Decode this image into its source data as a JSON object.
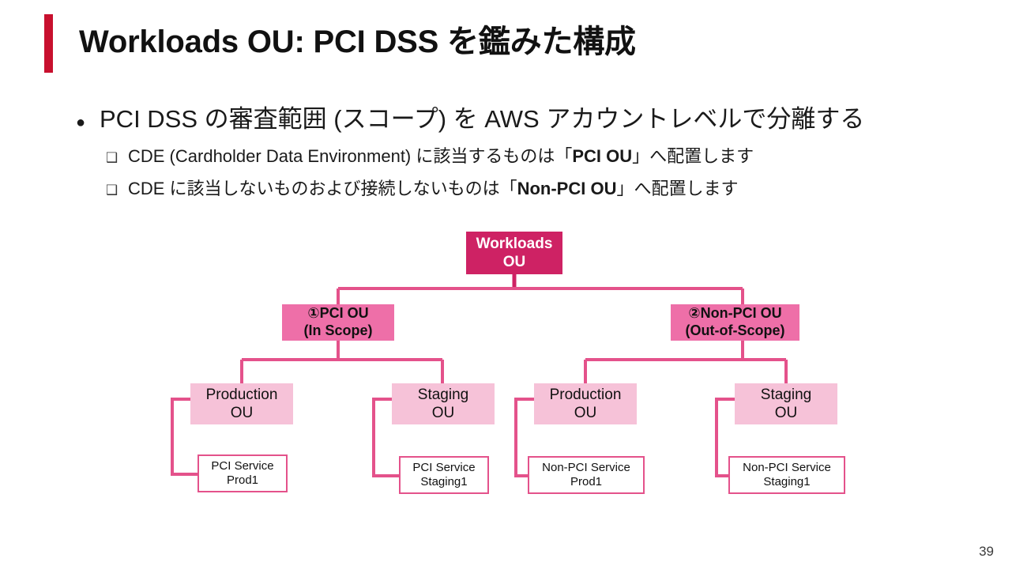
{
  "slide": {
    "title": "Workloads OU: PCI DSS を鑑みた構成",
    "accent_color": "#C8102E",
    "page_number": "39"
  },
  "bullets": {
    "level1_marker": "●",
    "level2_marker": "❑",
    "items": [
      {
        "level": 1,
        "text": "PCI DSS の審査範囲 (スコープ) を AWS アカウントレベルで分離する"
      },
      {
        "level": 2,
        "prefix": "CDE (Cardholder Data Environment) に該当するものは「",
        "emphasis": "PCI OU",
        "suffix": "」へ配置します"
      },
      {
        "level": 2,
        "prefix": "CDE に該当しないものおよび接続しないものは「",
        "emphasis": "Non-PCI OU",
        "suffix": "」へ配置します"
      }
    ]
  },
  "diagram": {
    "colors": {
      "root_fill": "#CE2264",
      "level2_fill": "#EE6FA8",
      "level3_fill": "#F6C2D8",
      "leaf_border": "#E4528B",
      "connector": "#E4528B",
      "root_connector": "#CE2264"
    },
    "root": {
      "line1": "Workloads",
      "line2": "OU"
    },
    "level2": [
      {
        "line1": "①PCI OU",
        "line2": "(In Scope)"
      },
      {
        "line1": "②Non-PCI OU",
        "line2": "(Out-of-Scope)"
      }
    ],
    "level3": [
      {
        "line1": "Production",
        "line2": "OU"
      },
      {
        "line1": "Staging",
        "line2": "OU"
      },
      {
        "line1": "Production",
        "line2": "OU"
      },
      {
        "line1": "Staging",
        "line2": "OU"
      }
    ],
    "leaves": [
      {
        "line1": "PCI Service",
        "line2": "Prod1"
      },
      {
        "line1": "PCI Service",
        "line2": "Staging1"
      },
      {
        "line1": "Non-PCI Service",
        "line2": "Prod1"
      },
      {
        "line1": "Non-PCI Service",
        "line2": "Staging1"
      }
    ]
  }
}
